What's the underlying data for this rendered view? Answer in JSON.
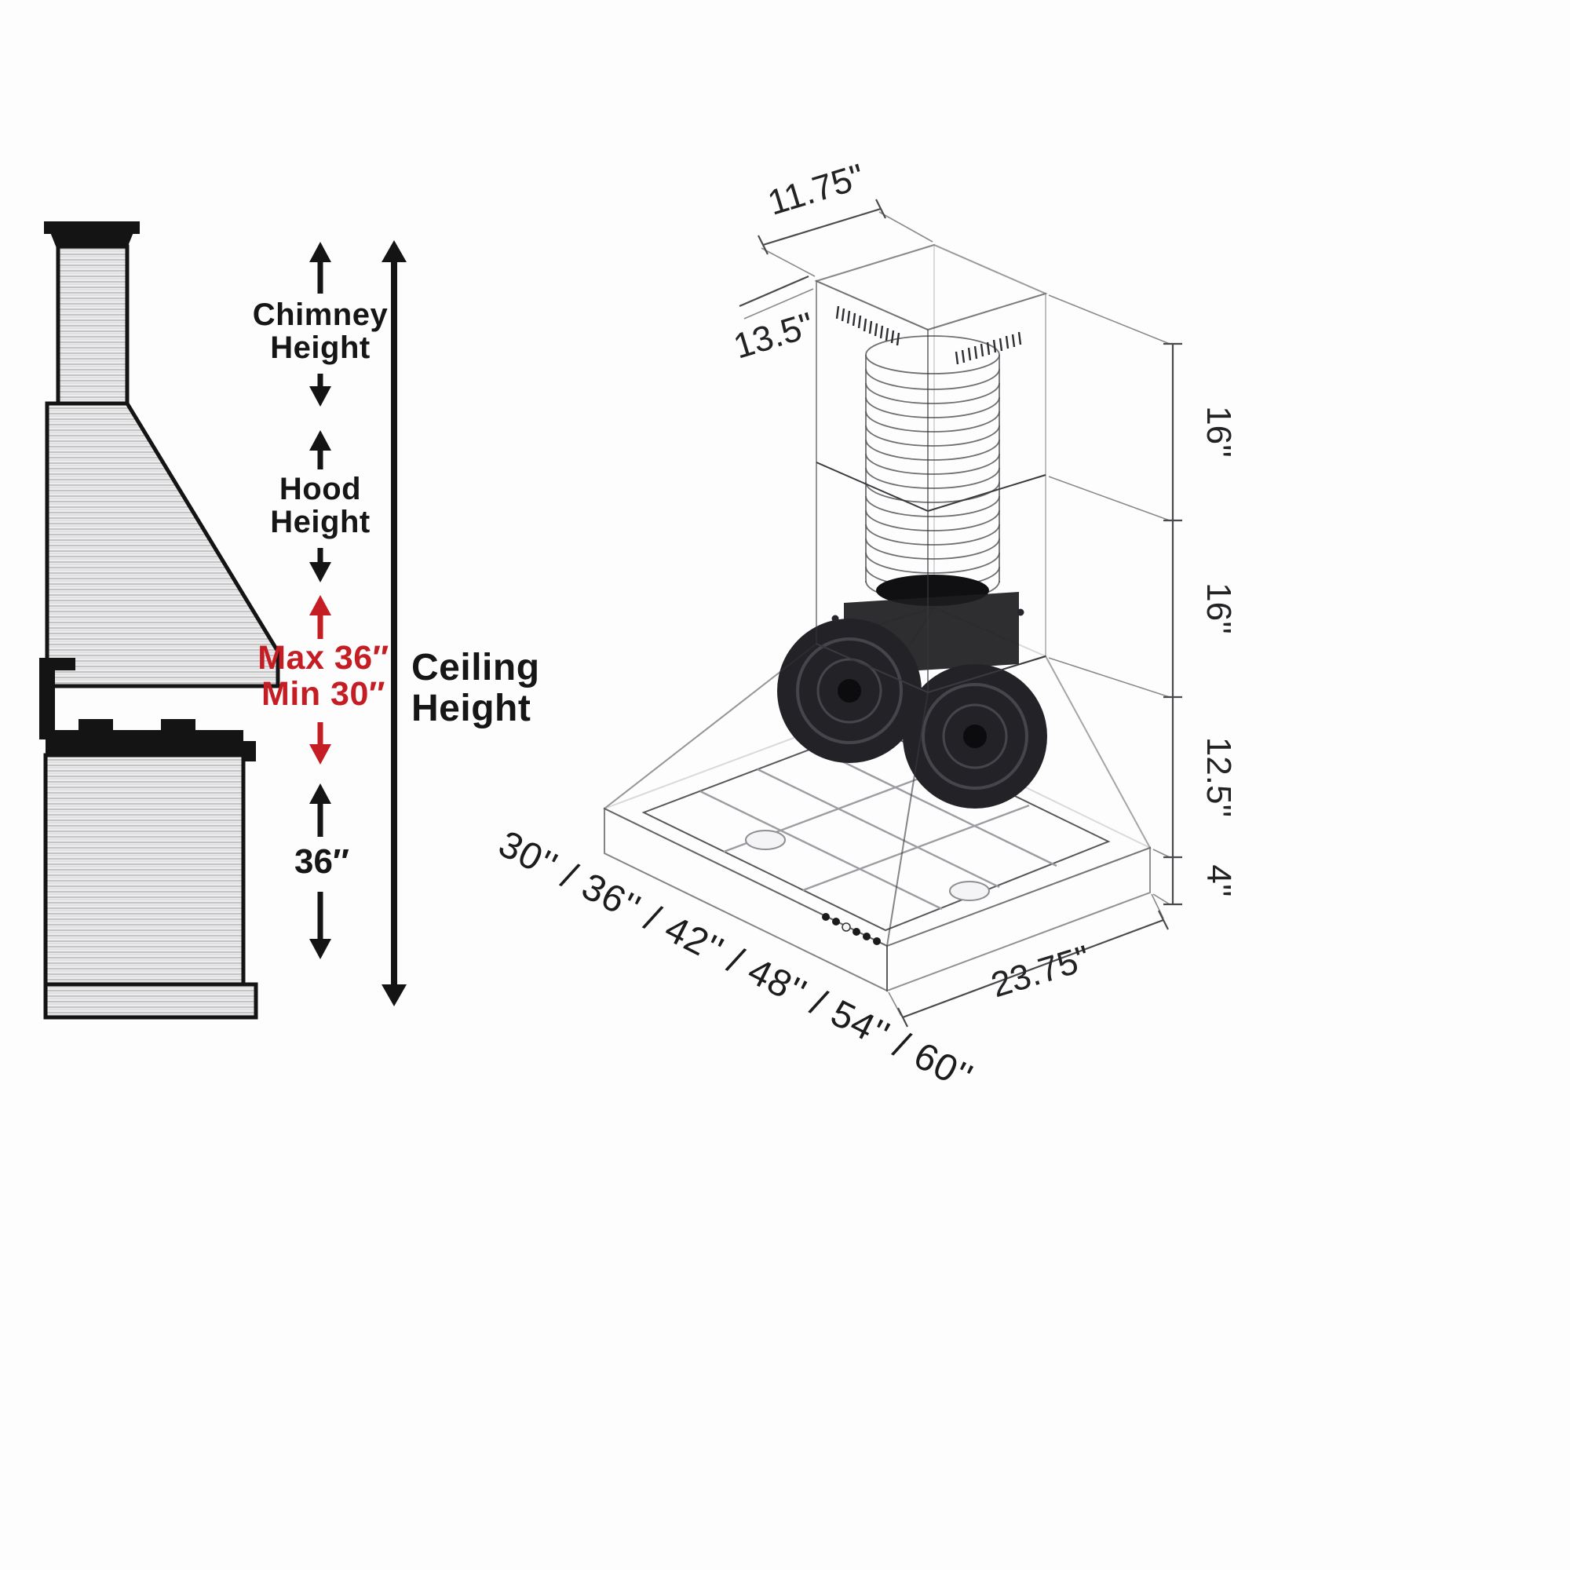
{
  "colors": {
    "background": "#fdfdfd",
    "ink": "#141414",
    "red": "#c41e24",
    "steel_light": "#ededee",
    "steel_line": "#b9b9bc",
    "glass_gray": "#8b8b90",
    "dim_line": "#4a4a4e"
  },
  "left_panel": {
    "chimney_height_line1": "Chimney",
    "chimney_height_line2": "Height",
    "hood_height_line1": "Hood",
    "hood_height_line2": "Height",
    "max_label": "Max 36″",
    "min_label": "Min 30″",
    "stove_gap_label": "36″",
    "ceiling_line1": "Ceiling",
    "ceiling_line2": "Height"
  },
  "right_panel": {
    "dim_chimney_depth": "11.75\"",
    "dim_chimney_width": "13.5\"",
    "dim_upper_section": "16''",
    "dim_lower_section": "16''",
    "dim_hood_body": "12.5''",
    "dim_base": "4''",
    "dim_depth": "23.75\"",
    "dim_width_options": "30'' / 36'' / 42'' / 48'' / 54'' / 60''"
  }
}
